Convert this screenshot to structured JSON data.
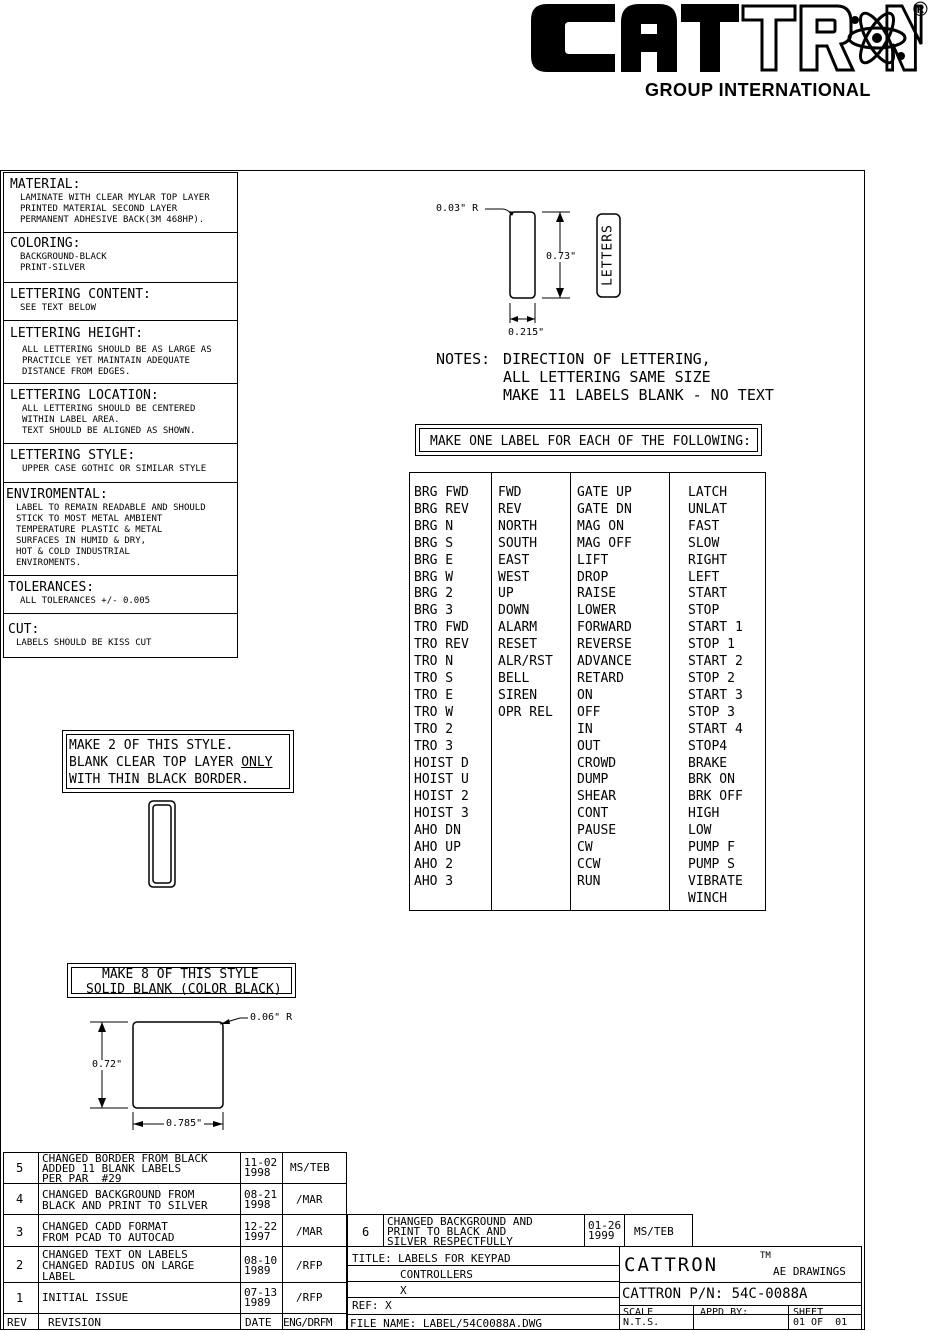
{
  "logo": {
    "brand": "CATTRON",
    "registered": "®",
    "tagline": "GROUP INTERNATIONAL"
  },
  "specs": [
    {
      "heading": "MATERIAL:",
      "lines": [
        "LAMINATE WITH CLEAR MYLAR TOP LAYER",
        "PRINTED MATERIAL SECOND LAYER",
        "PERMANENT ADHESIVE BACK(3M 468HP)."
      ]
    },
    {
      "heading": "COLORING:",
      "lines": [
        "BACKGROUND-BLACK",
        "PRINT-SILVER"
      ]
    },
    {
      "heading": "LETTERING CONTENT:",
      "lines": [
        "SEE TEXT BELOW"
      ]
    },
    {
      "heading": "LETTERING HEIGHT:",
      "lines": [
        "ALL LETTERING SHOULD BE AS LARGE AS",
        "PRACTICLE YET MAINTAIN ADEQUATE",
        "DISTANCE FROM EDGES."
      ]
    },
    {
      "heading": "LETTERING LOCATION:",
      "lines": [
        "ALL LETTERING SHOULD BE CENTERED",
        "WITHIN LABEL AREA.",
        "TEXT SHOULD BE ALIGNED AS SHOWN."
      ]
    },
    {
      "heading": "LETTERING STYLE:",
      "lines": [
        "UPPER CASE GOTHIC OR SIMILAR STYLE"
      ]
    },
    {
      "heading": "ENVIROMENTAL:",
      "lines": [
        "LABEL TO REMAIN READABLE AND SHOULD",
        "STICK TO MOST METAL AMBIENT",
        "TEMPERATURE PLASTIC & METAL",
        "SURFACES IN HUMID & DRY,",
        "HOT & COLD INDUSTRIAL",
        "ENVIROMENTS."
      ]
    },
    {
      "heading": "TOLERANCES:",
      "lines": [
        "ALL TOLERANCES +/- 0.005"
      ]
    },
    {
      "heading": "CUT:",
      "lines": [
        "LABELS SHOULD BE KISS CUT"
      ]
    }
  ],
  "label_drawing": {
    "radius": "0.03\" R",
    "height": "0.73\"",
    "width": "0.215\"",
    "sample_text": "LETTERS"
  },
  "notes": {
    "prefix": "NOTES:",
    "lines": [
      "DIRECTION OF LETTERING,",
      "ALL LETTERING SAME SIZE",
      "MAKE 11 LABELS BLANK - NO TEXT"
    ]
  },
  "make_one_label": "MAKE ONE LABEL FOR EACH OF THE FOLLOWING:",
  "label_columns": [
    [
      "BRG FWD",
      "BRG REV",
      "BRG N",
      "BRG S",
      "BRG E",
      "BRG W",
      "BRG 2",
      "BRG 3",
      "TRO FWD",
      "TRO REV",
      "TRO N",
      "TRO S",
      "TRO E",
      "TRO W",
      "TRO 2",
      "TRO 3",
      "HOIST D",
      "HOIST U",
      "HOIST 2",
      "HOIST 3",
      "AHO DN",
      "AHO UP",
      "AHO 2",
      "AHO 3"
    ],
    [
      "FWD",
      "REV",
      "NORTH",
      "SOUTH",
      "EAST",
      "WEST",
      "UP",
      "DOWN",
      "ALARM",
      "RESET",
      "ALR/RST",
      "BELL",
      "SIREN",
      "OPR REL"
    ],
    [
      "GATE UP",
      "GATE DN",
      "MAG ON",
      "MAG OFF",
      "LIFT",
      "DROP",
      "RAISE",
      "LOWER",
      "FORWARD",
      "REVERSE",
      "ADVANCE",
      "RETARD",
      "ON",
      "OFF",
      "IN",
      "OUT",
      "CROWD",
      "DUMP",
      "SHEAR",
      "CONT",
      "PAUSE",
      "CW",
      "CCW",
      "RUN"
    ],
    [
      "LATCH",
      "UNLAT",
      "FAST",
      "SLOW",
      "RIGHT",
      "LEFT",
      "START",
      "STOP",
      "START 1",
      "STOP 1",
      "START 2",
      "STOP 2",
      "START 3",
      "STOP 3",
      "START 4",
      "STOP4",
      "BRAKE",
      "BRK ON",
      "BRK OFF",
      "HIGH",
      "LOW",
      "PUMP F",
      "PUMP S",
      "VIBRATE",
      "WINCH"
    ]
  ],
  "style_two": {
    "line1": "MAKE 2 OF THIS STYLE.",
    "line2a": "BLANK CLEAR TOP LAYER ",
    "line2b": "ONLY",
    "line3": "WITH THIN BLACK BORDER."
  },
  "style_eight": {
    "line1": "MAKE 8 OF THIS STYLE",
    "line2": "SOLID BLANK (COLOR BLACK)"
  },
  "square_drawing": {
    "radius": "0.06\" R",
    "height": "0.72\"",
    "width": "0.785\""
  },
  "revisions": [
    {
      "rev": "5",
      "desc": [
        "CHANGED BORDER FROM BLACK",
        "ADDED 11 BLANK LABELS",
        "PER PAR  #29"
      ],
      "date": [
        "11-02",
        "1998"
      ],
      "eng": "MS/TEB"
    },
    {
      "rev": "4",
      "desc": [
        "CHANGED BACKGROUND FROM",
        "BLACK AND PRINT TO SILVER"
      ],
      "date": [
        "08-21",
        "1998"
      ],
      "eng": "/MAR"
    },
    {
      "rev": "3",
      "desc": [
        "CHANGED CADD FORMAT",
        "FROM PCAD TO AUTOCAD"
      ],
      "date": [
        "12-22",
        "1997"
      ],
      "eng": "/MAR"
    },
    {
      "rev": "2",
      "desc": [
        "CHANGED TEXT ON LABELS",
        "CHANGED RADIUS ON LARGE",
        "LABEL"
      ],
      "date": [
        "08-10",
        "1989"
      ],
      "eng": "/RFP"
    },
    {
      "rev": "1",
      "desc": [
        "INITIAL ISSUE"
      ],
      "date": [
        "07-13",
        "1989"
      ],
      "eng": "/RFP"
    }
  ],
  "revision_headers": {
    "rev": "REV",
    "revision": "REVISION",
    "date": "DATE",
    "eng": "ENG/DRFM"
  },
  "revision_6": {
    "rev": "6",
    "desc": [
      "CHANGED BACKGROUND AND",
      "PRINT TO BLACK AND",
      "SILVER RESPECTFULLY"
    ],
    "date": [
      "01-26",
      "1999"
    ],
    "eng": "MS/TEB"
  },
  "title_block": {
    "title_label": "TITLE:",
    "title_line1": "LABELS FOR KEYPAD",
    "title_line2": "CONTROLLERS",
    "title_line3": "X",
    "ref": "REF: X",
    "file_name": "FILE NAME: LABEL/54C0088A.DWG",
    "company": "CATTRON",
    "tm": "TM",
    "dept": "AE DRAWINGS",
    "part_number": "CATTRON P/N: 54C-0088A",
    "scale_label": "SCALE",
    "scale_value": "N.T.S.",
    "appd_label": "APPD BY:",
    "sheet_label": "SHEET",
    "sheet_value": "01 OF  01"
  }
}
